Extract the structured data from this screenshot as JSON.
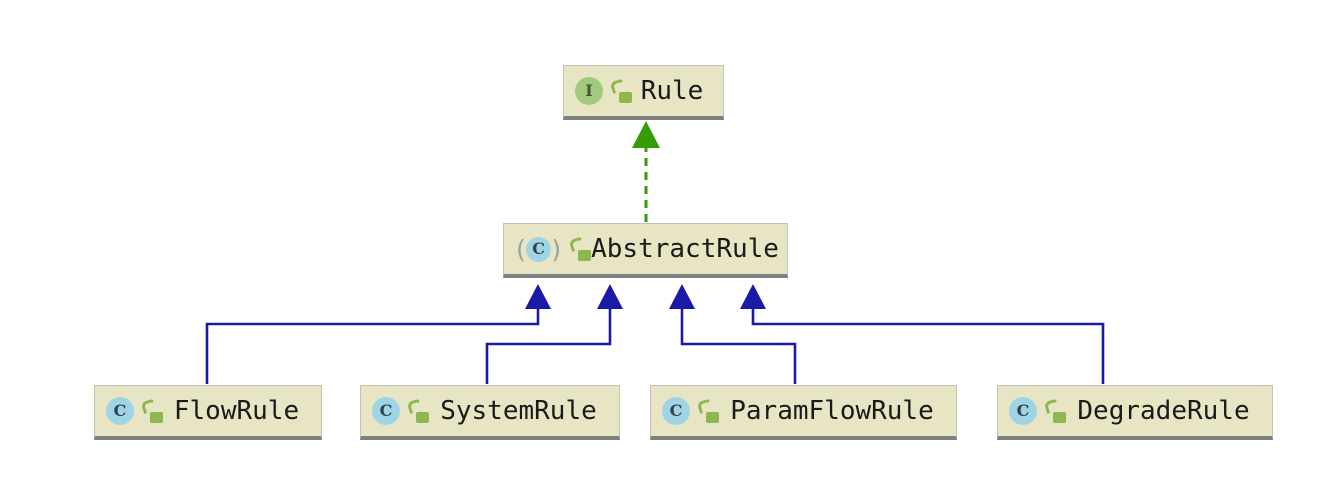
{
  "diagram": {
    "kind": "uml-class-hierarchy",
    "abstract_decorator": {
      "open": "(",
      "close": ")"
    },
    "nodes": [
      {
        "id": "rule",
        "label": "Rule",
        "stereotype": "interface",
        "icon_letter": "I",
        "modifier_icon": "unlocked-padlock"
      },
      {
        "id": "abstractRule",
        "label": "AbstractRule",
        "stereotype": "abstract-class",
        "icon_letter": "C",
        "modifier_icon": "unlocked-padlock"
      },
      {
        "id": "flowRule",
        "label": "FlowRule",
        "stereotype": "class",
        "icon_letter": "C",
        "modifier_icon": "unlocked-padlock"
      },
      {
        "id": "systemRule",
        "label": "SystemRule",
        "stereotype": "class",
        "icon_letter": "C",
        "modifier_icon": "unlocked-padlock"
      },
      {
        "id": "paramFlowRule",
        "label": "ParamFlowRule",
        "stereotype": "class",
        "icon_letter": "C",
        "modifier_icon": "unlocked-padlock"
      },
      {
        "id": "degradeRule",
        "label": "DegradeRule",
        "stereotype": "class",
        "icon_letter": "C",
        "modifier_icon": "unlocked-padlock"
      }
    ],
    "edges": [
      {
        "from": "AbstractRule",
        "to": "Rule",
        "type": "realization",
        "line": "dashed"
      },
      {
        "from": "FlowRule",
        "to": "AbstractRule",
        "type": "generalization",
        "line": "solid"
      },
      {
        "from": "SystemRule",
        "to": "AbstractRule",
        "type": "generalization",
        "line": "solid"
      },
      {
        "from": "ParamFlowRule",
        "to": "AbstractRule",
        "type": "generalization",
        "line": "solid"
      },
      {
        "from": "DegradeRule",
        "to": "AbstractRule",
        "type": "generalization",
        "line": "solid"
      }
    ],
    "colors": {
      "background": "#ffffff",
      "node_fill": "#e7e5c4",
      "node_border": "#c3c2b6",
      "node_shadow": "#7f7f7f",
      "text": "#1a1a1a",
      "interface_icon": "#a3ca7c",
      "class_icon": "#9fd4e5",
      "lock_icon": "#8cb84e",
      "realization": "#359b07",
      "generalization": "#1a1aa6"
    }
  }
}
